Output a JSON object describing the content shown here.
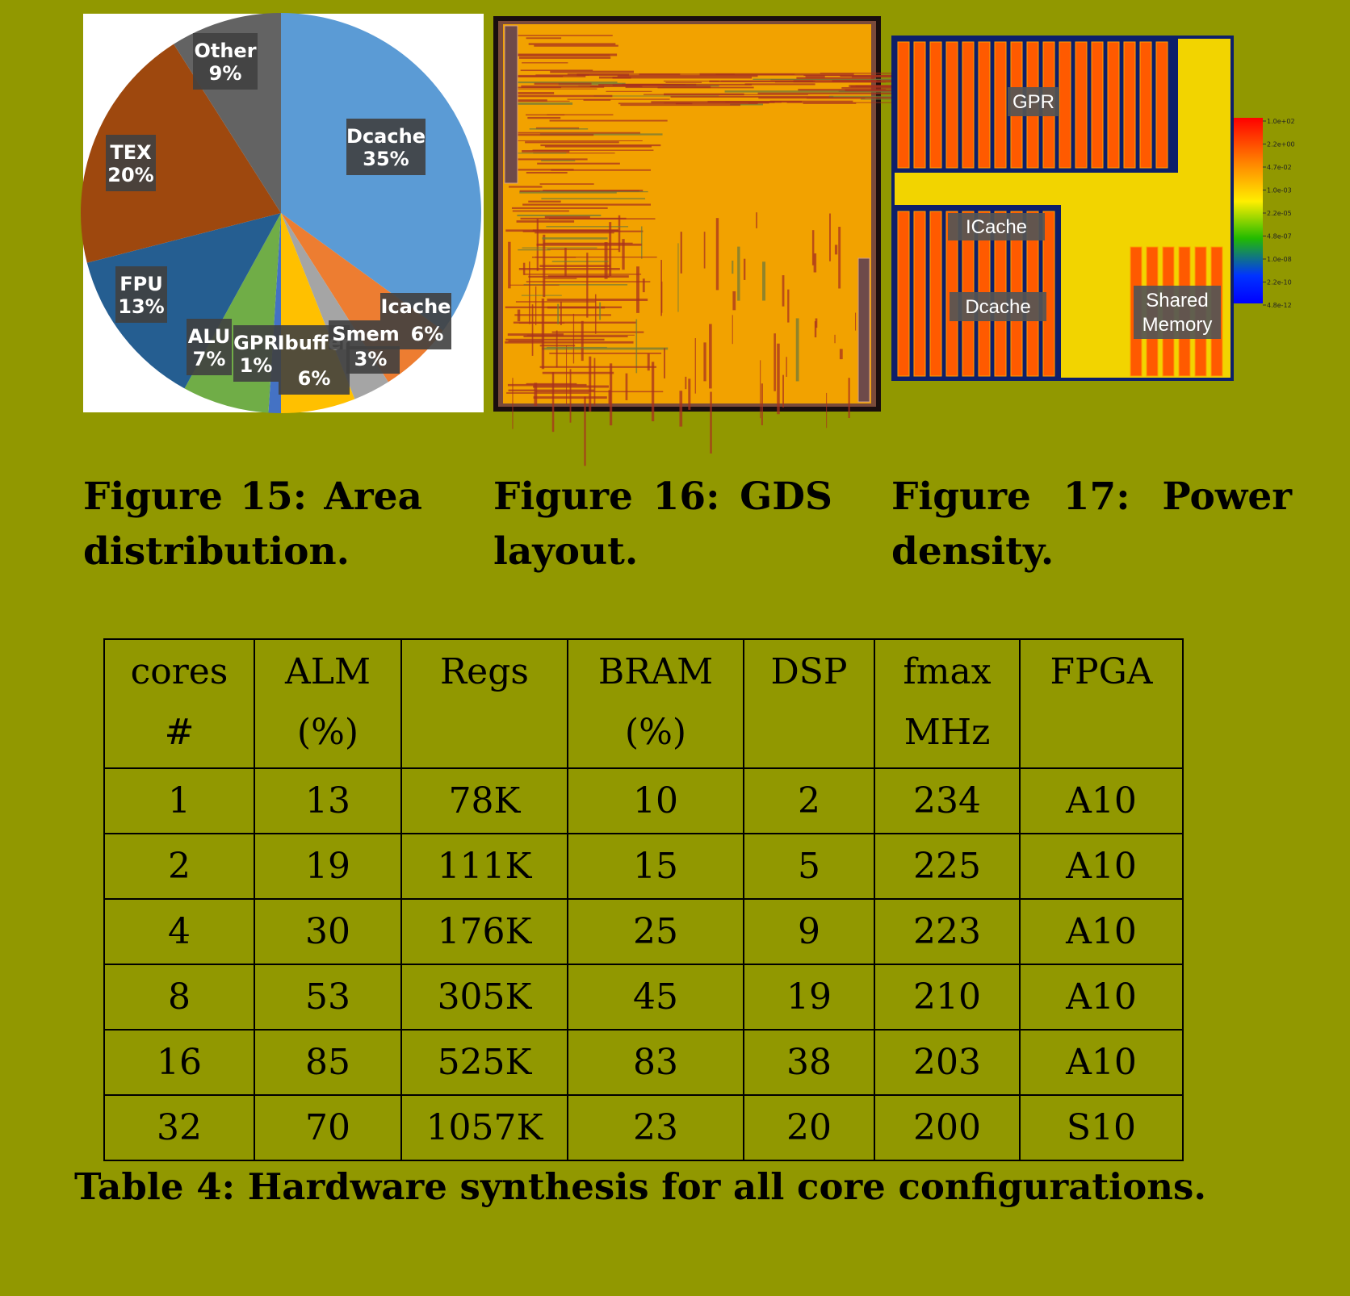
{
  "figures": {
    "fig15": {
      "caption": "Figure 15: Area distribution.",
      "chart_data": {
        "type": "pie",
        "slices": [
          {
            "name": "Dcache",
            "label": "35%",
            "value": 35,
            "color": "#5b9bd5"
          },
          {
            "name": "Icache",
            "label": "6%",
            "value": 6,
            "color": "#ed7d31"
          },
          {
            "name": "Smem",
            "label": "3%",
            "value": 3,
            "color": "#a5a5a5"
          },
          {
            "name": "Ibuffer",
            "label": "6%",
            "value": 6,
            "color": "#ffc000"
          },
          {
            "name": "GPR",
            "label": "1%",
            "value": 1,
            "color": "#4472c4"
          },
          {
            "name": "ALU",
            "label": "7%",
            "value": 7,
            "color": "#70ad47"
          },
          {
            "name": "FPU",
            "label": "13%",
            "value": 13,
            "color": "#255e91"
          },
          {
            "name": "TEX",
            "label": "20%",
            "value": 20,
            "color": "#9e480e"
          },
          {
            "name": "Other",
            "label": "9%",
            "value": 9,
            "color": "#636363"
          }
        ]
      }
    },
    "fig16": {
      "caption": "Figure 16: GDS layout."
    },
    "fig17": {
      "caption": "Figure 17: Power density.",
      "blocks": {
        "gpr": "GPR",
        "icache": "ICache",
        "dcache": "Dcache",
        "smem_line1": "Shared",
        "smem_line2": "Memory"
      },
      "colorbar_ticks": [
        "1.0e+02",
        "2.2e+00",
        "4.7e-02",
        "1.0e-03",
        "2.2e-05",
        "4.8e-07",
        "1.0e-08",
        "2.2e-10",
        "4.8e-12"
      ]
    }
  },
  "table": {
    "caption": "Table 4: Hardware synthesis for all core configurations.",
    "headers": [
      [
        "cores",
        "#"
      ],
      [
        "ALM",
        "(%)"
      ],
      [
        "Regs",
        ""
      ],
      [
        "BRAM",
        "(%)"
      ],
      [
        "DSP",
        ""
      ],
      [
        "fmax",
        "MHz"
      ],
      [
        "FPGA",
        ""
      ]
    ],
    "rows": [
      [
        "1",
        "13",
        "78K",
        "10",
        "2",
        "234",
        "A10"
      ],
      [
        "2",
        "19",
        "111K",
        "15",
        "5",
        "225",
        "A10"
      ],
      [
        "4",
        "30",
        "176K",
        "25",
        "9",
        "223",
        "A10"
      ],
      [
        "8",
        "53",
        "305K",
        "45",
        "19",
        "210",
        "A10"
      ],
      [
        "16",
        "85",
        "525K",
        "83",
        "38",
        "203",
        "A10"
      ],
      [
        "32",
        "70",
        "1057K",
        "23",
        "20",
        "200",
        "S10"
      ]
    ]
  }
}
